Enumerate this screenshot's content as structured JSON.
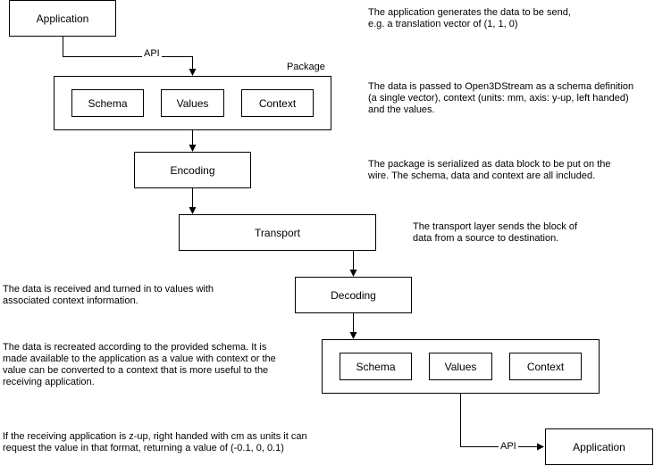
{
  "top_application": "Application",
  "top_api": "API",
  "top_package": {
    "label": "Package",
    "schema": "Schema",
    "values": "Values",
    "context": "Context"
  },
  "encoding": "Encoding",
  "transport": "Transport",
  "decoding": "Decoding",
  "bottom_package": {
    "schema": "Schema",
    "values": "Values",
    "context": "Context"
  },
  "bottom_api": "API",
  "bottom_application": "Application",
  "notes": {
    "application": "The application generates the data to be send,\ne.g. a translation vector of (1, 1, 0)",
    "package": "The data is passed to Open3DStream as a schema definition\n(a single vector), context (units: mm, axis: y-up, left handed)\nand the values.",
    "encoding": "The package is serialized as data block to be put on the\nwire.  The schema, data and context are all included.",
    "transport": "The transport layer sends the block of\ndata from a source to destination.",
    "decoding": "The data is received and turned in to values with\nassociated context information.",
    "recreate": "The data is recreated according to the provided schema.  It is\nmade available to the application as a value with context or the\nvalue can be converted to a context that is more useful to the\nreceiving application.",
    "request": "If the receiving application is z-up, right handed with cm as units it can\nrequest the value in that format, returning a value of (-0.1, 0, 0.1)"
  }
}
